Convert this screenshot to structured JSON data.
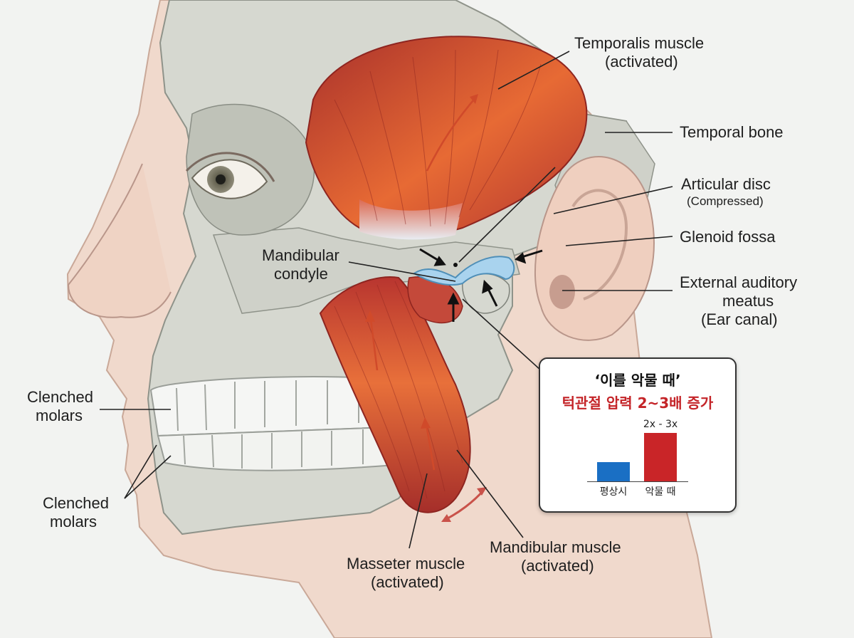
{
  "labels": {
    "temporalis_1": "Temporalis muscle",
    "temporalis_2": "(activated)",
    "temporal_bone": "Temporal bone",
    "articular_disc_1": "Articular disc",
    "articular_disc_2": "(Compressed)",
    "glenoid_fossa": "Glenoid fossa",
    "ear_1": "External auditory",
    "ear_2": "meatus",
    "ear_3": "(Ear canal)",
    "condyle_1": "Mandibular",
    "condyle_2": "condyle",
    "molars_top_1": "Clenched",
    "molars_top_2": "molars",
    "molars_bottom_1": "Clenched",
    "molars_bottom_2": "molars",
    "masseter_1": "Masseter muscle",
    "masseter_2": "(activated)",
    "mandibular_1": "Mandibular muscle",
    "mandibular_2": "(activated)"
  },
  "inset": {
    "title": "‘이를 악물 때’",
    "subtitle": "턱관절 압력 2~3배 증가",
    "value_label": "2x - 3x",
    "categories": [
      "평상시",
      "악물 때"
    ],
    "relative_values": [
      1,
      2.5
    ]
  },
  "colors": {
    "background": "#f2f3f1",
    "bone": "#d6d8d0",
    "muscle": "#b83a32",
    "muscle_highlight": "#ef7a3a",
    "disc": "#a9d3ee",
    "skin": "#f0d9cc",
    "bar_normal": "#1a6fc4",
    "bar_clenched": "#c92528",
    "subtitle_red": "#c42428"
  }
}
